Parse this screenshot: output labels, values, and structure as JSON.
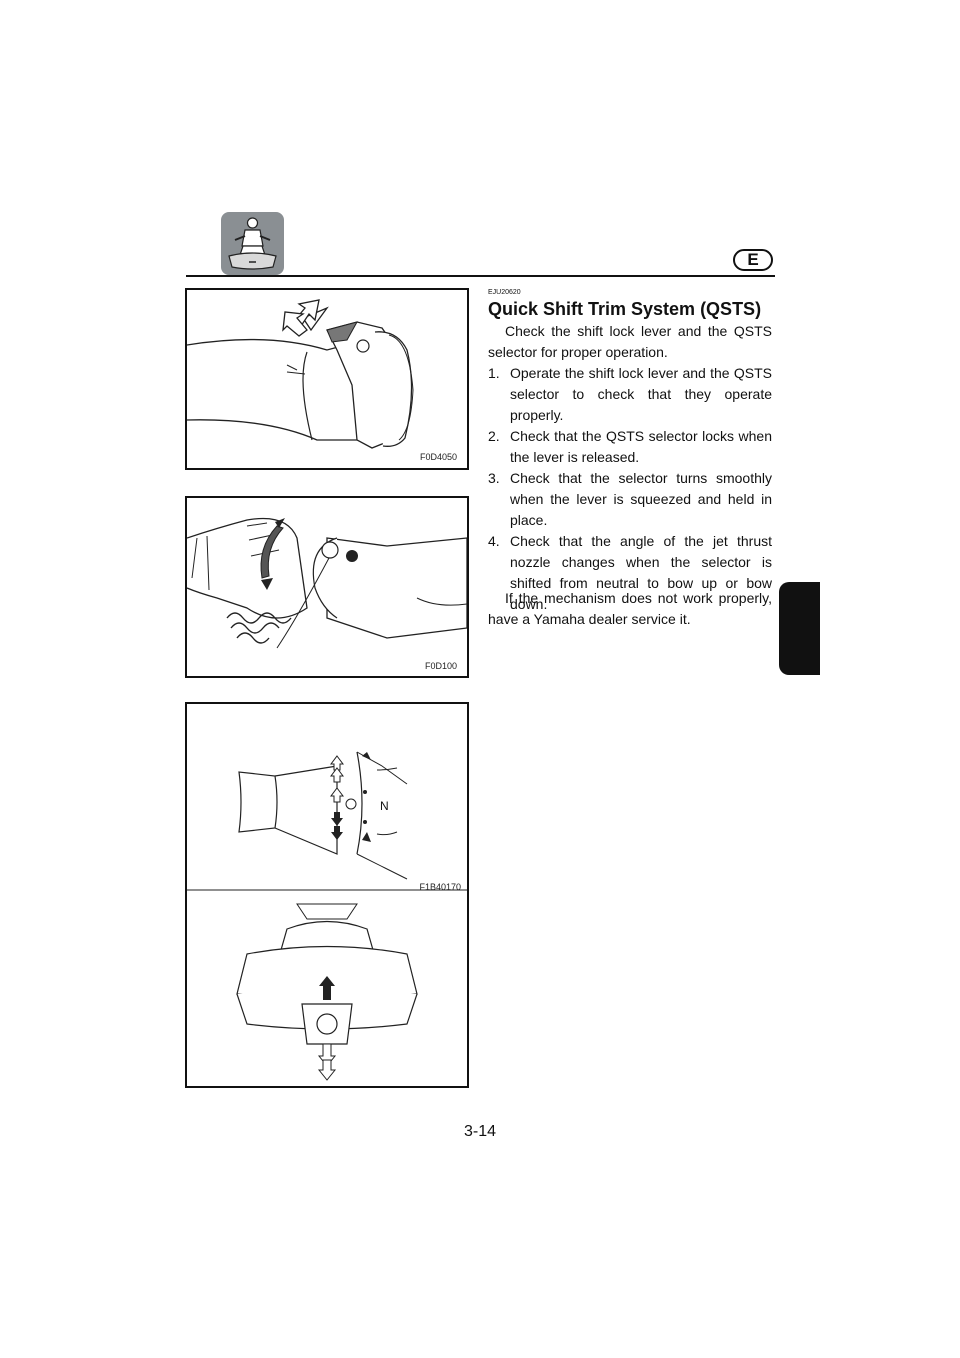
{
  "header": {
    "language_badge": "E",
    "icon": "personal-watercraft-rider-icon"
  },
  "figures": [
    {
      "label": "F0D4050",
      "depicts": "shift-lock-lever-icon"
    },
    {
      "label": "F0D100",
      "depicts": "hand-squeezing-lever-icon"
    },
    {
      "label": "F1B40170",
      "depicts": "qsts-selector-and-watercraft-icon",
      "selector_mark": "N"
    }
  ],
  "section": {
    "ref_code": "EJU20620",
    "title": "Quick Shift Trim System (QSTS)",
    "intro": "Check the shift lock lever and the QSTS selector for proper operation.",
    "steps": [
      {
        "num": "1.",
        "text": "Operate the shift lock lever and the QSTS selector to check that they operate properly."
      },
      {
        "num": "2.",
        "text": "Check that the QSTS selector locks when the lever is released."
      },
      {
        "num": "3.",
        "text": "Check that the selector turns smoothly when the lever is squeezed and held in place."
      },
      {
        "num": "4.",
        "text": "Check that the angle of the jet thrust nozzle changes when the selector is shifted from neutral to bow up or bow down."
      }
    ],
    "outro": "If the mechanism does not work properly, have a Yamaha dealer service it."
  },
  "page_number": "3-14"
}
